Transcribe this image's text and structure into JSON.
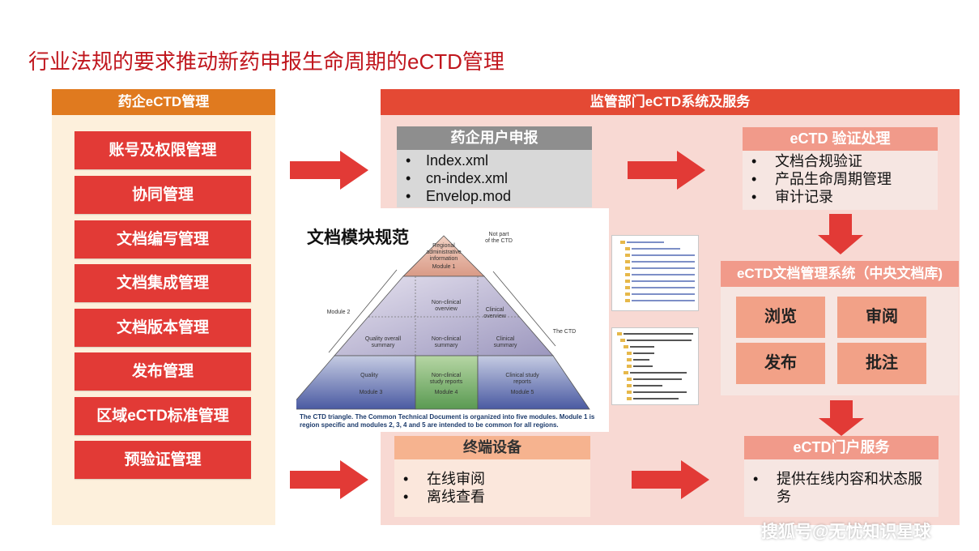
{
  "title": "行业法规的要求推动新药申报生命周期的eCTD管理",
  "left": {
    "header": "药企eCTD管理",
    "items": [
      "账号及权限管理",
      "协同管理",
      "文档编写管理",
      "文档集成管理",
      "文档版本管理",
      "发布管理",
      "区域eCTD标准管理",
      "预验证管理"
    ]
  },
  "right": {
    "header": "监管部门eCTD系统及服务",
    "submission": {
      "title": "药企用户申报",
      "items": [
        "Index.xml",
        "cn-index.xml",
        "Envelop.mod"
      ]
    },
    "validation": {
      "title": "eCTD 验证处理",
      "items": [
        "文档合规验证",
        "产品生命周期管理",
        "审计记录"
      ]
    },
    "repository": {
      "title": "eCTD文档管理系统（中央文档库)",
      "tiles": [
        "浏览",
        "审阅",
        "发布",
        "批注"
      ]
    },
    "terminal": {
      "title": "终端设备",
      "items": [
        "在线审阅",
        "离线查看"
      ]
    },
    "portal": {
      "title": "eCTD门户服务",
      "items": [
        "提供在线内容和状态服务"
      ]
    }
  },
  "pyramid": {
    "title": "文档模块规范",
    "module1": [
      "Regional",
      "administrative",
      "information",
      "Module 1"
    ],
    "not_part": [
      "Not part",
      "of the CTD"
    ],
    "module2_label": "Module 2",
    "ctd_label": "The CTD",
    "nonclinical_overview": [
      "Non-clinical",
      "overview"
    ],
    "clinical_overview": [
      "Clinical",
      "overview"
    ],
    "quality_summary": [
      "Quality overall",
      "summary"
    ],
    "nonclinical_summary": [
      "Non-clinical",
      "summary"
    ],
    "clinical_summary": [
      "Clinical",
      "summary"
    ],
    "module3": [
      "Quality",
      "Module 3"
    ],
    "module4": [
      "Non-clinical",
      "study reports",
      "Module 4"
    ],
    "module5": [
      "Clinical study",
      "reports",
      "Module 5"
    ],
    "caption": "The CTD triangle. The Common Technical Document is organized into five modules. Module 1 is region specific and modules 2, 3, 4 and 5 are intended to be common for all regions."
  },
  "colors": {
    "title_red": "#c0161d",
    "menu_red": "#e23a36",
    "orange_header": "#e07a1f",
    "right_header": "#e44934"
  },
  "watermark": "搜狐号@无忧知识星球"
}
